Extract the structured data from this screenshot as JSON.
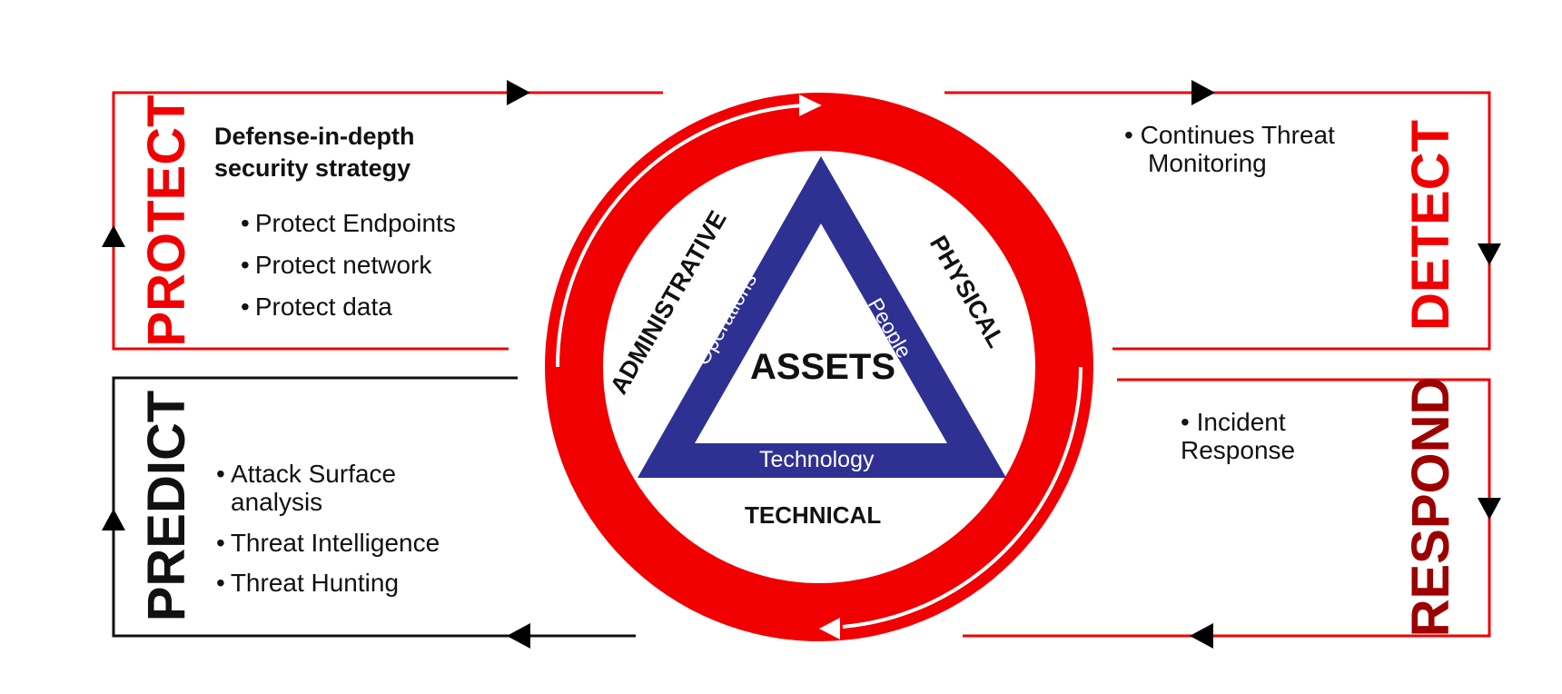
{
  "colors": {
    "red": "#f00000",
    "dark_red": "#9c0000",
    "navy": "#2e3192",
    "black": "#111111"
  },
  "phases": {
    "protect": {
      "label": "PROTECT",
      "heading": "Defense-in-depth security strategy",
      "items": [
        "Protect Endpoints",
        "Protect network",
        "Protect data"
      ]
    },
    "detect": {
      "label": "DETECT",
      "item_line1": "Continues Threat",
      "item_line2": "Monitoring"
    },
    "respond": {
      "label": "RESPOND",
      "item_line1": "Incident",
      "item_line2": "Response"
    },
    "predict": {
      "label": "PREDICT",
      "item1_line1": "Attack Surface",
      "item1_line2": "analysis",
      "items": [
        "Threat Intelligence",
        "Threat Hunting"
      ]
    }
  },
  "triangle": {
    "center": "ASSETS",
    "left_outer": "ADMINISTRATIVE",
    "right_outer": "PHYSICAL",
    "bottom_outer": "TECHNICAL",
    "left_inner": "Operations",
    "right_inner": "People",
    "bottom_inner": "Technology"
  }
}
